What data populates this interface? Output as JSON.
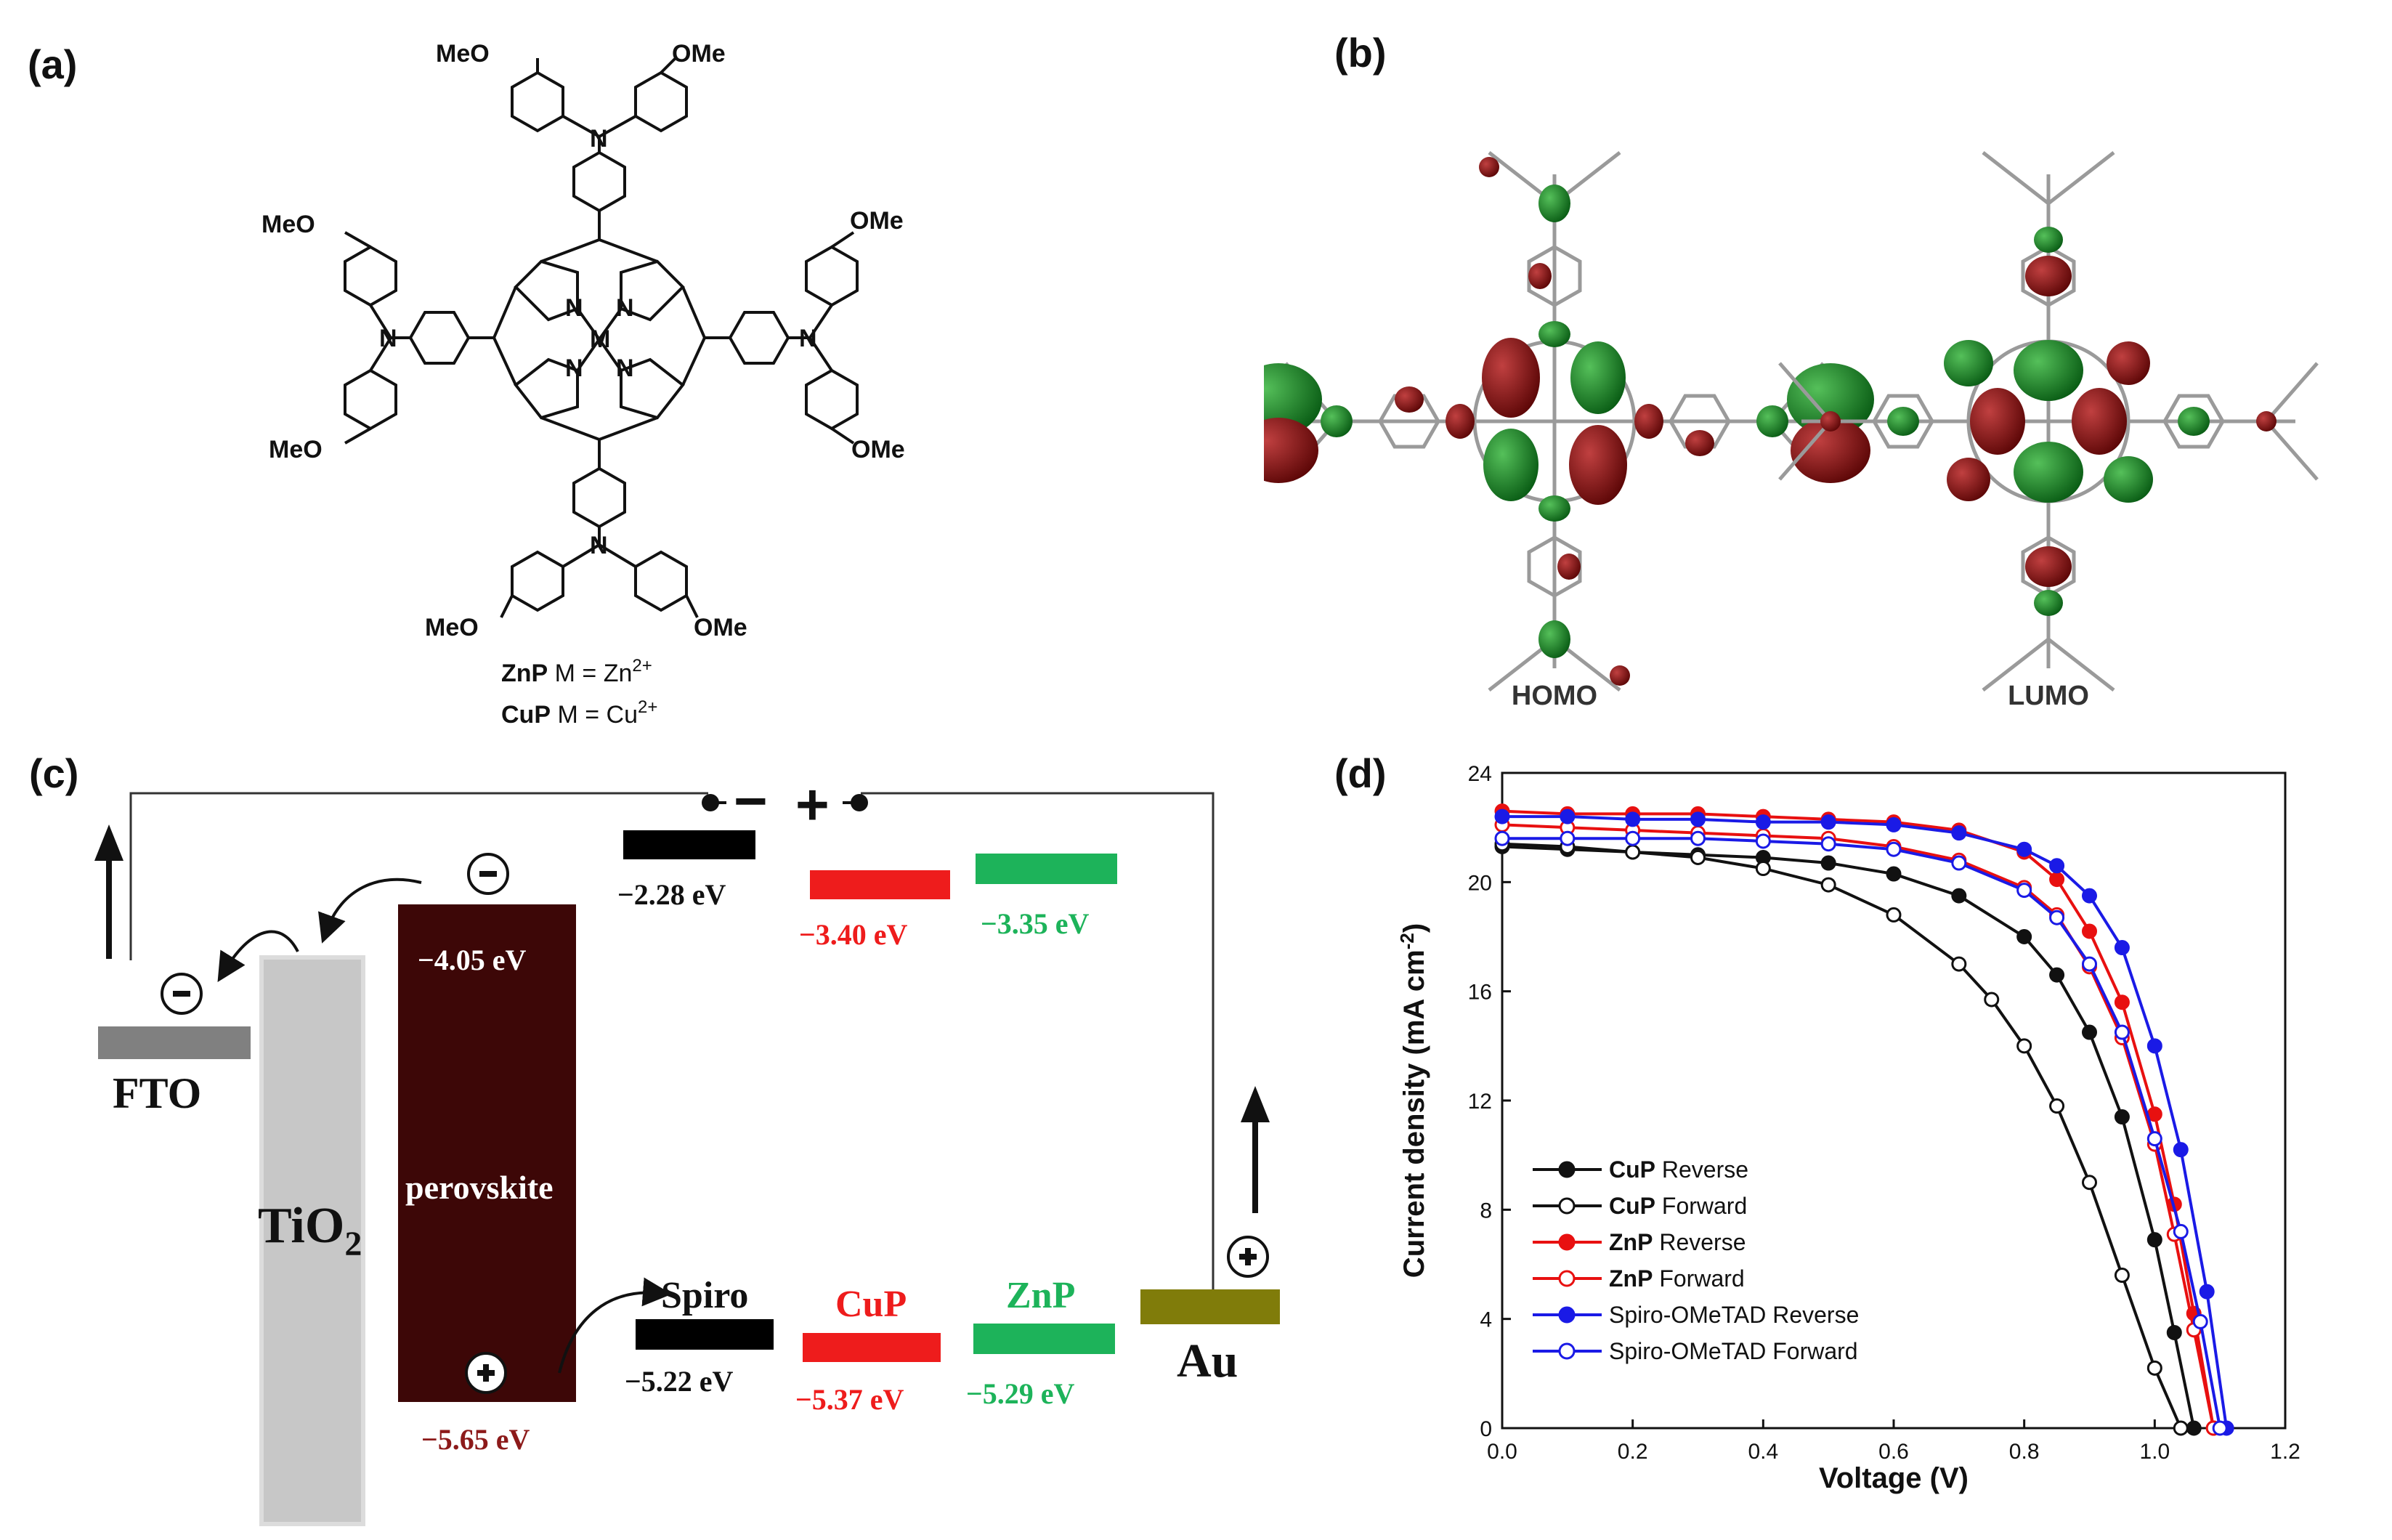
{
  "panels": {
    "a": "(a)",
    "b": "(b)",
    "c": "(c)",
    "d": "(d)"
  },
  "structure": {
    "ome": "OMe",
    "meo": "MeO",
    "n": "N",
    "m": "M",
    "formula": [
      {
        "name": "ZnP",
        "text": " M = Zn",
        "sup": "2+"
      },
      {
        "name": "CuP",
        "text": " M = Cu",
        "sup": "2+"
      }
    ]
  },
  "orbitals": {
    "homo": "HOMO",
    "lumo": "LUMO"
  },
  "energy": {
    "circuit": {
      "minus": "−",
      "plus": "+"
    },
    "fto": "FTO",
    "tio2_main": "TiO",
    "tio2_sub": "2",
    "perovskite": "perovskite",
    "perov_lumo": "−4.05 eV",
    "perov_homo": "−5.65 eV",
    "spiro": "Spiro",
    "spiro_lumo": "−2.28 eV",
    "spiro_homo": "−5.22 eV",
    "cup": "CuP",
    "cup_lumo": "−3.40 eV",
    "cup_homo": "−5.37 eV",
    "znp": "ZnP",
    "znp_lumo": "−3.35 eV",
    "znp_homo": "−5.29 eV",
    "au": "Au",
    "colors": {
      "black": "#000000",
      "red": "#ee1c1c",
      "green": "#1db35a",
      "perov": "#3d0707",
      "tio2": "#c7c7c7",
      "fto": "#808080",
      "au": "#807c0a"
    }
  },
  "chart_data": {
    "type": "line",
    "xlabel": "Voltage (V)",
    "ylabel": "Current density (mA cm",
    "ylabel_sup": "-2",
    "ylabel_end": ")",
    "xlim": [
      0.0,
      1.2
    ],
    "ylim": [
      0,
      24
    ],
    "xticks": [
      "0.0",
      "0.2",
      "0.4",
      "0.6",
      "0.8",
      "1.0",
      "1.2"
    ],
    "yticks": [
      "0",
      "4",
      "8",
      "12",
      "16",
      "20",
      "24"
    ],
    "legend_position": "bottom-left",
    "series": [
      {
        "name": "CuP",
        "suffix": " Reverse",
        "color": "#111111",
        "filled": true,
        "x": [
          0.0,
          0.1,
          0.2,
          0.3,
          0.4,
          0.5,
          0.6,
          0.7,
          0.8,
          0.85,
          0.9,
          0.95,
          1.0,
          1.03,
          1.06
        ],
        "y": [
          21.3,
          21.2,
          21.1,
          21.0,
          20.9,
          20.7,
          20.3,
          19.5,
          18.0,
          16.6,
          14.5,
          11.4,
          6.9,
          3.5,
          0.0
        ]
      },
      {
        "name": "CuP",
        "suffix": " Forward",
        "color": "#111111",
        "filled": false,
        "x": [
          0.0,
          0.1,
          0.2,
          0.3,
          0.4,
          0.5,
          0.6,
          0.7,
          0.75,
          0.8,
          0.85,
          0.9,
          0.95,
          1.0,
          1.04
        ],
        "y": [
          21.4,
          21.3,
          21.1,
          20.9,
          20.5,
          19.9,
          18.8,
          17.0,
          15.7,
          14.0,
          11.8,
          9.0,
          5.6,
          2.2,
          0.0
        ]
      },
      {
        "name": "ZnP",
        "suffix": " Reverse",
        "color": "#e81010",
        "filled": true,
        "x": [
          0.0,
          0.1,
          0.2,
          0.3,
          0.4,
          0.5,
          0.6,
          0.7,
          0.8,
          0.85,
          0.9,
          0.95,
          1.0,
          1.03,
          1.06,
          1.09
        ],
        "y": [
          22.6,
          22.5,
          22.5,
          22.5,
          22.4,
          22.3,
          22.2,
          21.9,
          21.1,
          20.1,
          18.2,
          15.6,
          11.5,
          8.2,
          4.2,
          0.0
        ]
      },
      {
        "name": "ZnP",
        "suffix": " Forward",
        "color": "#e81010",
        "filled": false,
        "x": [
          0.0,
          0.1,
          0.2,
          0.3,
          0.4,
          0.5,
          0.6,
          0.7,
          0.8,
          0.85,
          0.9,
          0.95,
          1.0,
          1.03,
          1.06,
          1.09
        ],
        "y": [
          22.1,
          22.0,
          21.9,
          21.8,
          21.7,
          21.6,
          21.3,
          20.8,
          19.8,
          18.8,
          16.9,
          14.3,
          10.4,
          7.1,
          3.6,
          0.0
        ]
      },
      {
        "name": "Spiro-OMeTAD",
        "suffix": " Reverse",
        "color": "#1a1ae6",
        "filled": true,
        "x": [
          0.0,
          0.1,
          0.2,
          0.3,
          0.4,
          0.5,
          0.6,
          0.7,
          0.8,
          0.85,
          0.9,
          0.95,
          1.0,
          1.04,
          1.08,
          1.11
        ],
        "y": [
          22.4,
          22.4,
          22.3,
          22.3,
          22.2,
          22.2,
          22.1,
          21.8,
          21.2,
          20.6,
          19.5,
          17.6,
          14.0,
          10.2,
          5.0,
          0.0
        ]
      },
      {
        "name": "Spiro-OMeTAD",
        "suffix": " Forward",
        "color": "#1a1ae6",
        "filled": false,
        "x": [
          0.0,
          0.1,
          0.2,
          0.3,
          0.4,
          0.5,
          0.6,
          0.7,
          0.8,
          0.85,
          0.9,
          0.95,
          1.0,
          1.04,
          1.07,
          1.1
        ],
        "y": [
          21.6,
          21.6,
          21.6,
          21.6,
          21.5,
          21.4,
          21.2,
          20.7,
          19.7,
          18.7,
          17.0,
          14.5,
          10.6,
          7.2,
          3.9,
          0.0
        ]
      }
    ]
  }
}
